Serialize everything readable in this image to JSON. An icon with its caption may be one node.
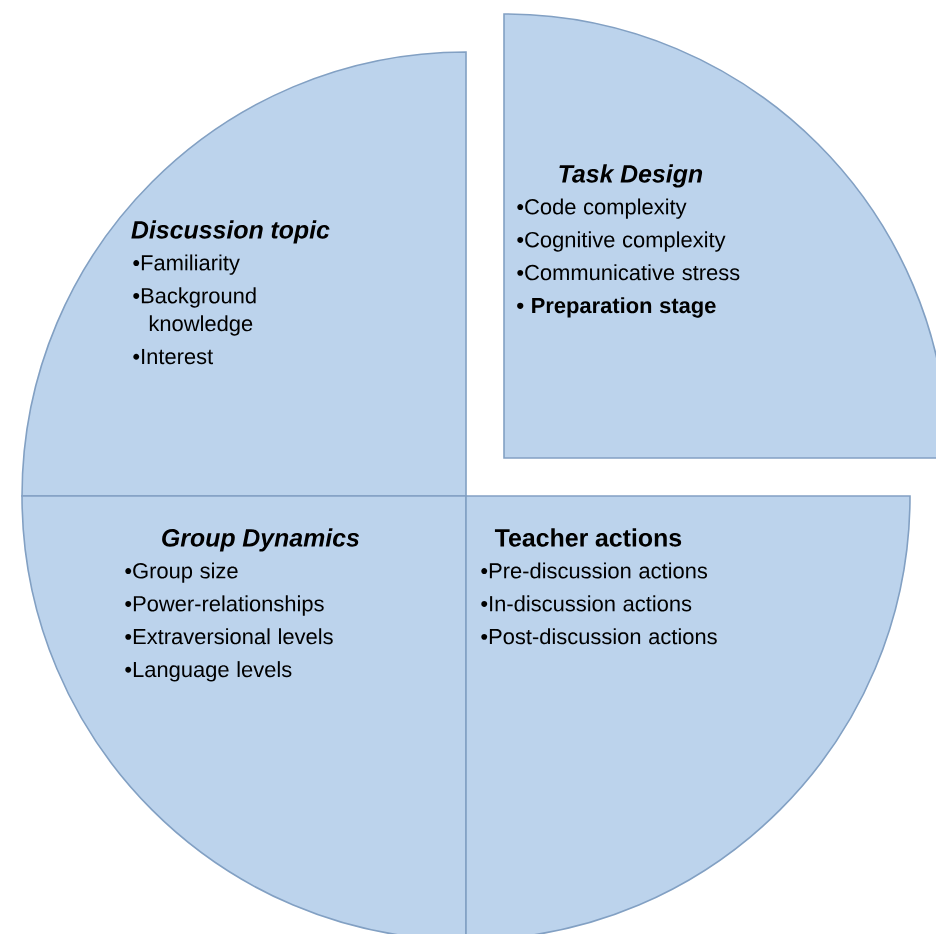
{
  "diagram": {
    "nodes": [
      {
        "text": [
          "Discussion topic",
          "•Familiarity",
          "•Background knowledge",
          "•Interest"
        ]
      },
      {
        "text": [
          "Task Design",
          "•Code complexity",
          "•Cognitive complexity",
          "•Communicative stress",
          "• Preparation stage"
        ]
      },
      {
        "text": [
          "Group Dynamics",
          "•Group size",
          "•Power-relationships",
          "•Extraversional levels",
          "•Language levels"
        ]
      },
      {
        "text": [
          "Teacher actions",
          "•Pre-discussion actions",
          "•In-discussion actions",
          "•Post-discussion actions"
        ]
      }
    ]
  }
}
